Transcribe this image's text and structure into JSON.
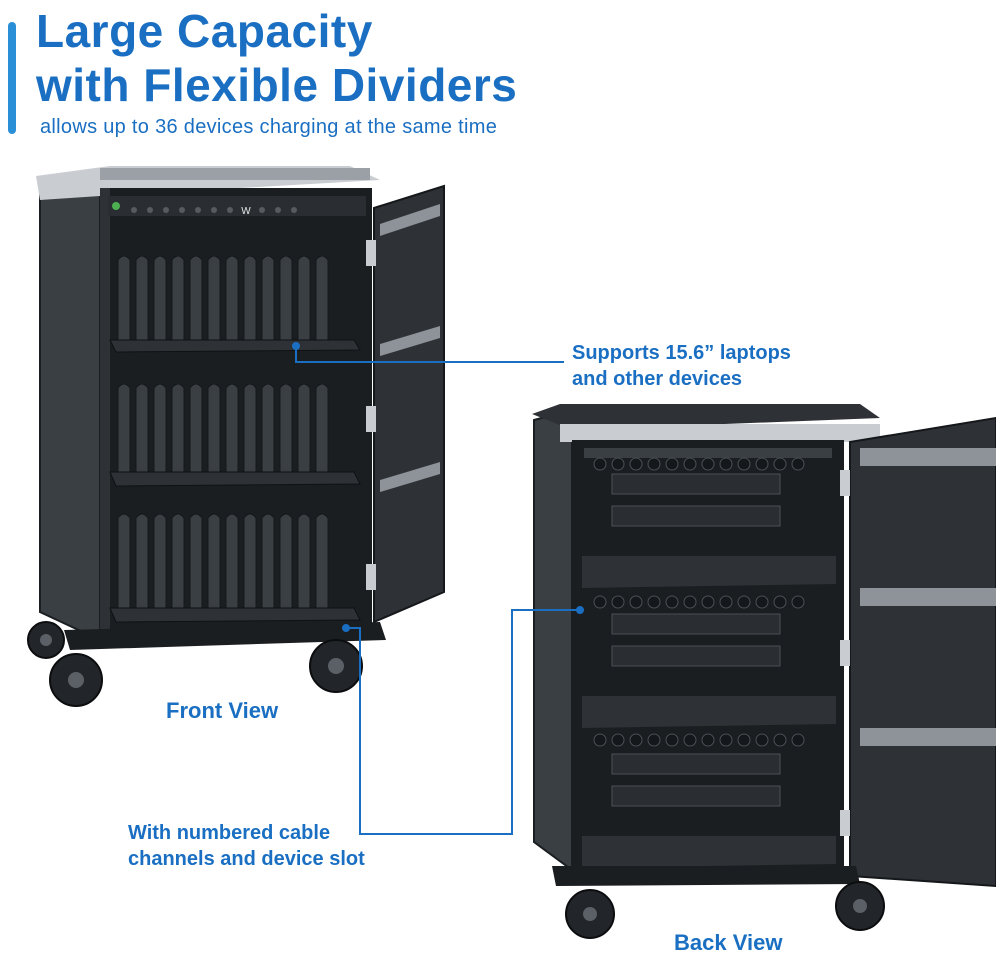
{
  "header": {
    "title_line1": "Large Capacity",
    "title_line2": "with Flexible Dividers",
    "subtitle": "allows up to 36 devices charging at the same time"
  },
  "callouts": {
    "supports_line1": "Supports 15.6” laptops",
    "supports_line2": "and other devices",
    "cable_line1": "With numbered cable",
    "cable_line2": "channels and device slot"
  },
  "views": {
    "front": "Front View",
    "back": "Back View"
  },
  "colors": {
    "accent": "#1a6fc2",
    "accent_bar": "#2b8fd8",
    "cabinet": "#2e3236",
    "cabinet_dark": "#1b1e21",
    "trim": "#c9ccd0"
  }
}
